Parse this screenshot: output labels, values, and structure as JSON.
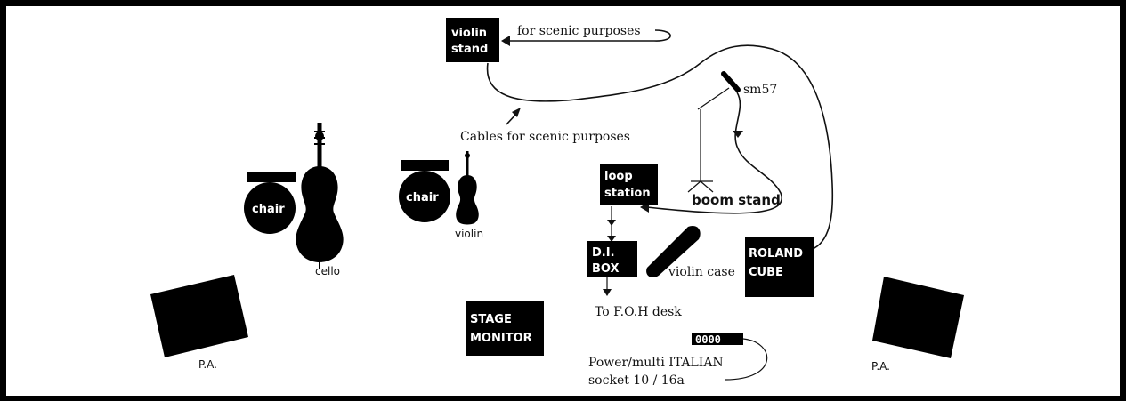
{
  "colors": {
    "frame": "#000000",
    "background": "#ffffff",
    "ink": "#111111",
    "box_fill": "#000000",
    "box_text": "#ffffff"
  },
  "labels": {
    "violin_stand": [
      "violin",
      "stand"
    ],
    "for_scenic": "for scenic purposes",
    "sm57": "sm57",
    "cables_scenic": "Cables for scenic purposes",
    "chair_left": "chair",
    "chair_right": "chair",
    "cello": "cello",
    "violin": "violin",
    "loop_station": [
      "loop",
      "station"
    ],
    "boom_stand": "boom stand",
    "di_box": [
      "D.I.",
      "BOX"
    ],
    "violin_case": "violin case",
    "roland_cube": [
      "ROLAND",
      "CUBE"
    ],
    "to_foh": "To F.O.H desk",
    "stage_monitor": [
      "STAGE",
      "MONITOR"
    ],
    "socket_digits": "0000",
    "power_socket": [
      "Power/multi ITALIAN",
      "socket 10 / 16a"
    ],
    "pa_left": "P.A.",
    "pa_right": "P.A."
  },
  "icons": [
    "cello-icon",
    "violin-icon",
    "microphone-icon",
    "boom-stand-icon",
    "speaker-icon",
    "violin-case-icon",
    "power-strip-icon",
    "arrow-icon"
  ]
}
